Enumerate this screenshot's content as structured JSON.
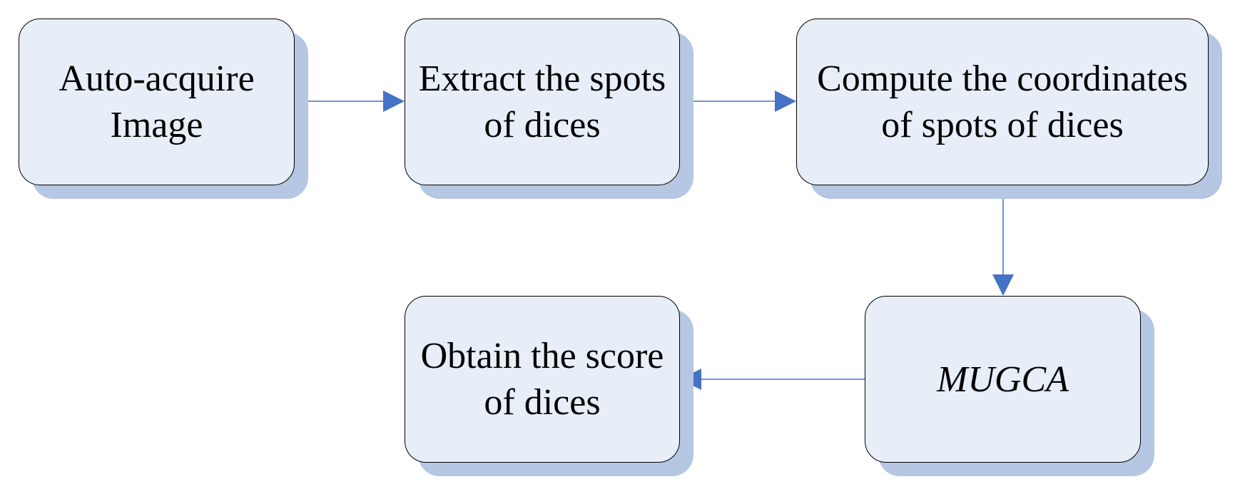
{
  "diagram": {
    "nodes": {
      "acquire": {
        "label": "Auto-acquire\nImage"
      },
      "extract": {
        "label": "Extract the spots\nof dices"
      },
      "compute": {
        "label": "Compute the coordinates\nof spots of dices"
      },
      "mugca": {
        "label": "MUGCA"
      },
      "score": {
        "label": "Obtain the score\nof dices"
      }
    },
    "colors": {
      "box_fill": "#e8eef8",
      "box_border": "#000000",
      "shadow": "#b5c7e2",
      "arrow": "#4472c4"
    },
    "edges": [
      {
        "from": "acquire",
        "to": "extract"
      },
      {
        "from": "extract",
        "to": "compute"
      },
      {
        "from": "compute",
        "to": "mugca"
      },
      {
        "from": "mugca",
        "to": "score"
      }
    ]
  }
}
